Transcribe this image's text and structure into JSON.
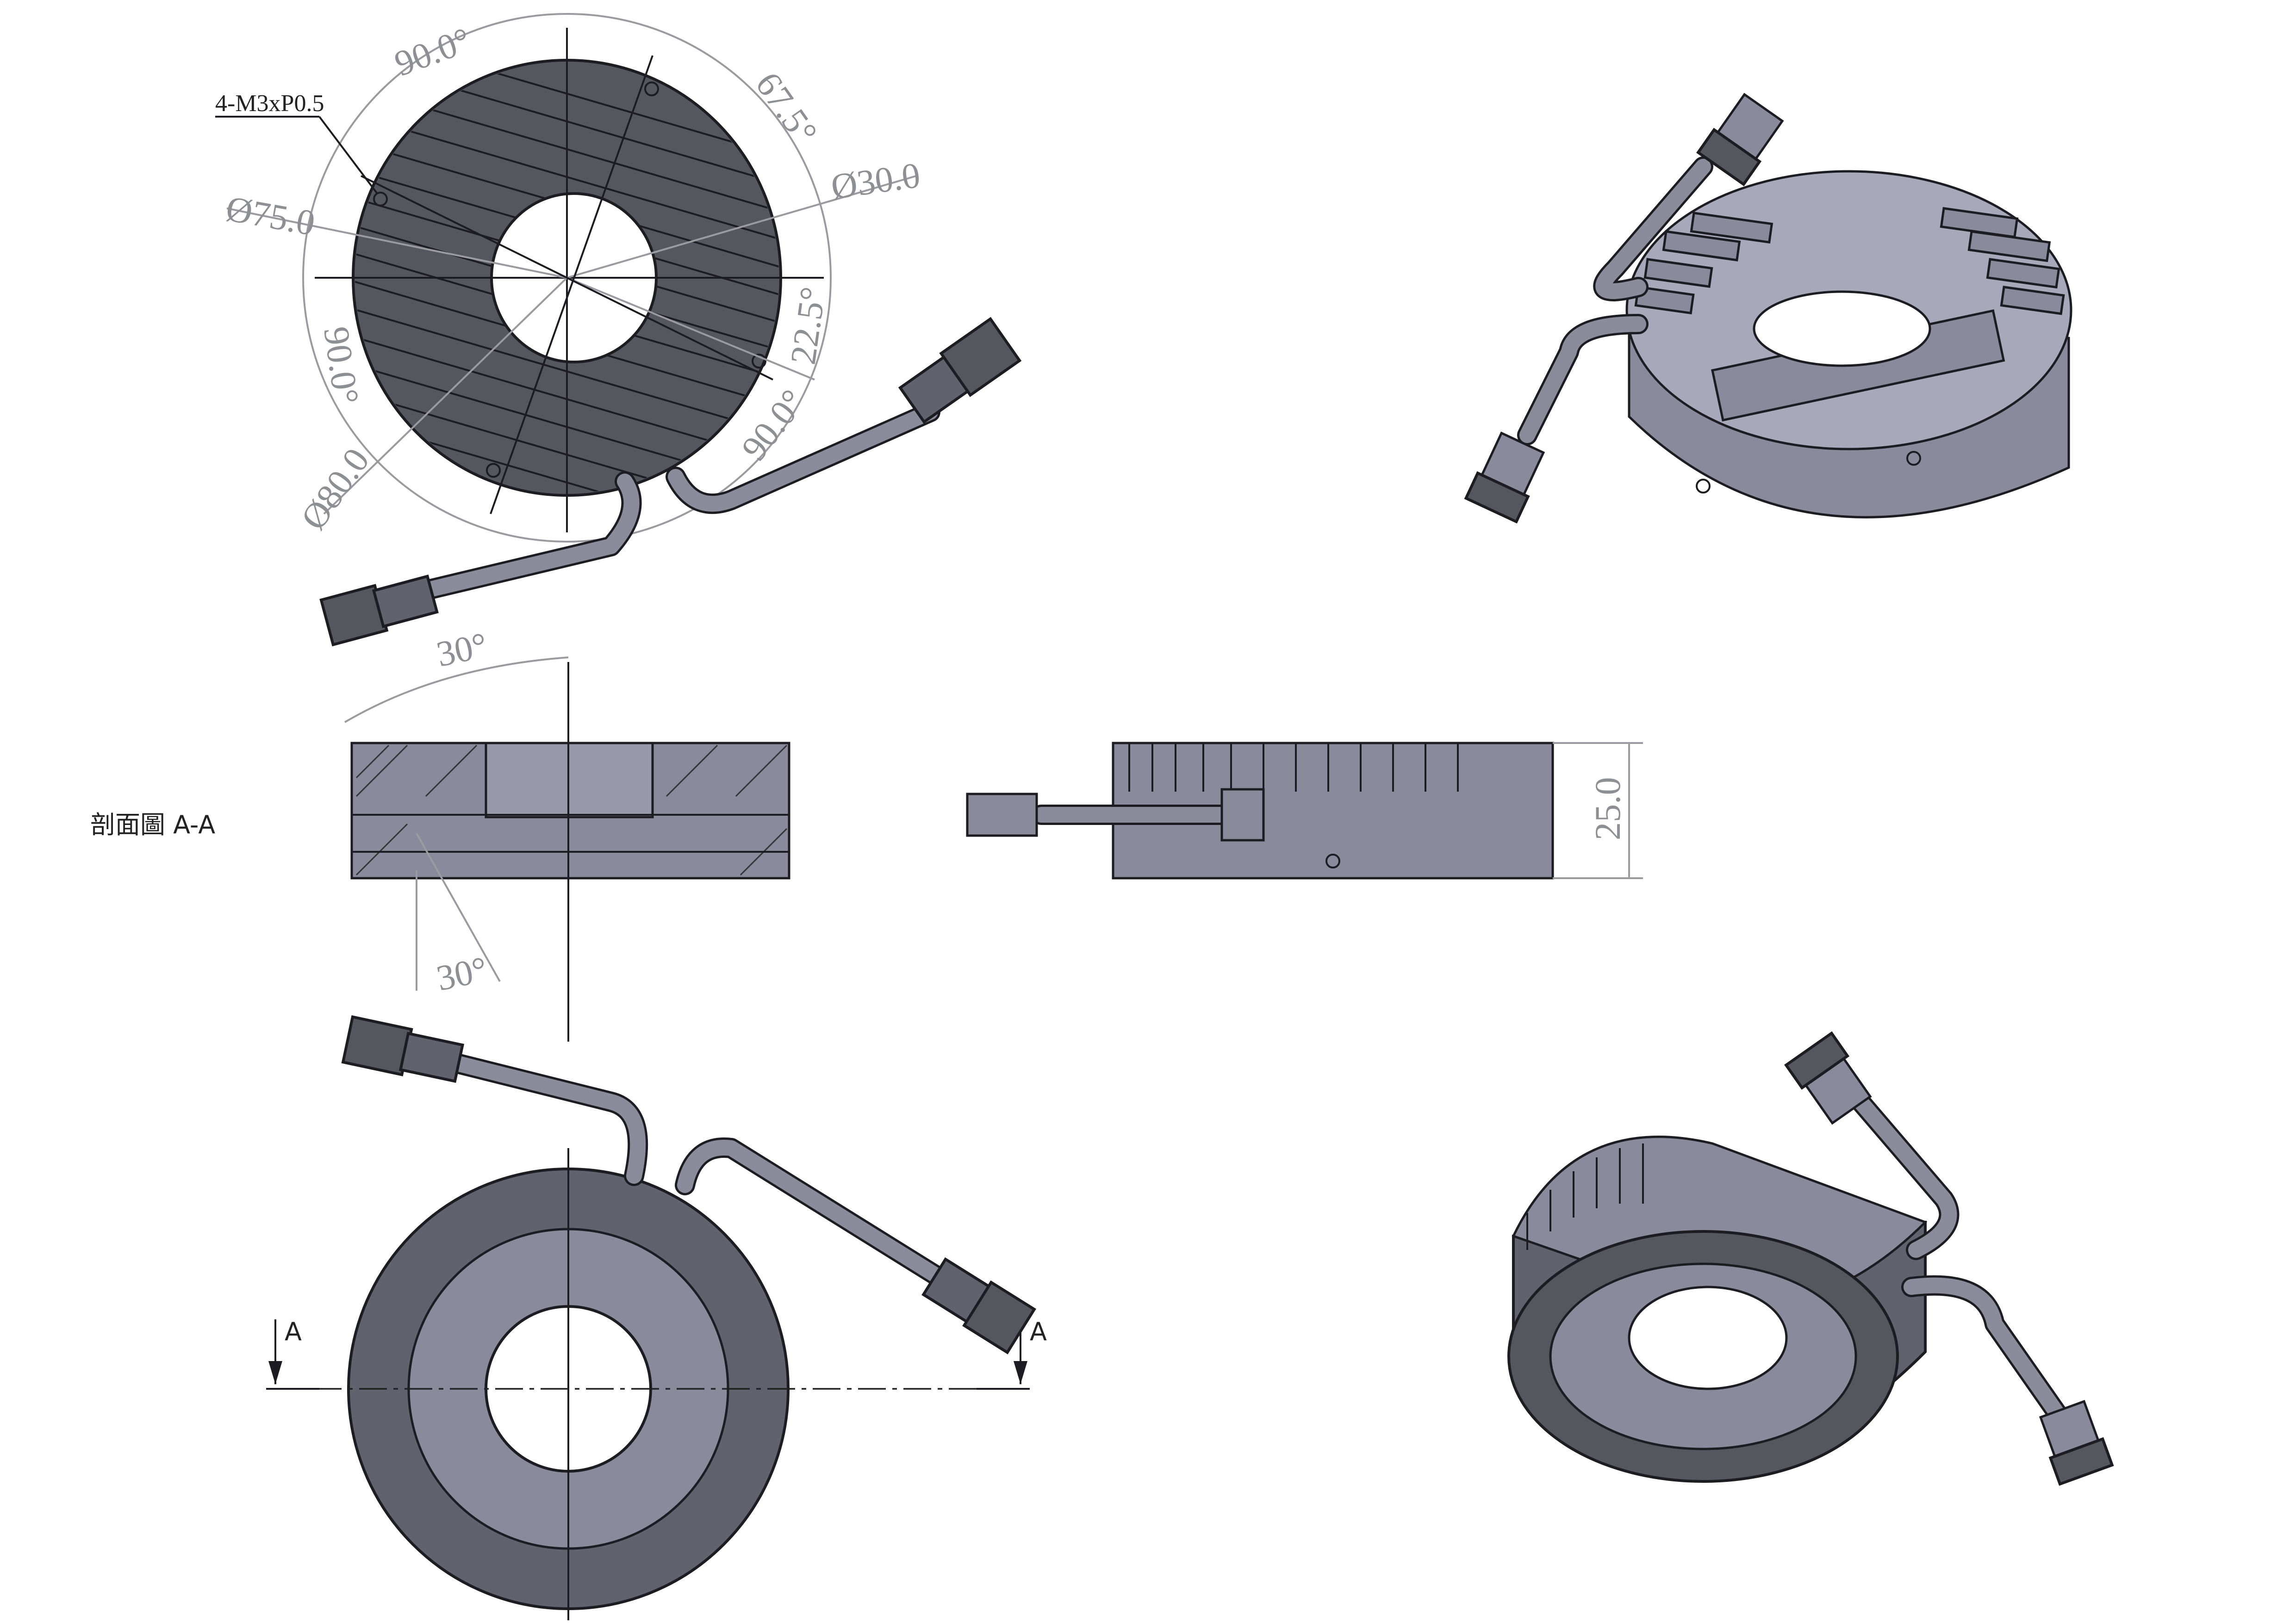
{
  "drawing": {
    "top_view": {
      "hole_callout": "4-M3xP0.5",
      "dims": {
        "angle_top": "90.0°",
        "angle_right_top": "67.5°",
        "dia_inner": "Ø30.0",
        "dia_75": "Ø75.0",
        "angle_right": "22.5°",
        "angle_left": "90.0°",
        "angle_bottom": "90.0°",
        "dia_80": "Ø80.0"
      }
    },
    "section_view": {
      "label": "剖面圖 A-A",
      "angle_top": "30°",
      "angle_bottom": "30°"
    },
    "side_view": {
      "height": "25.0"
    },
    "bottom_view": {
      "section_mark_left": "A",
      "section_mark_right": "A"
    }
  },
  "colors": {
    "body": "#62626f",
    "face": "#8a8a9c",
    "dimension": "#8e8e95"
  }
}
